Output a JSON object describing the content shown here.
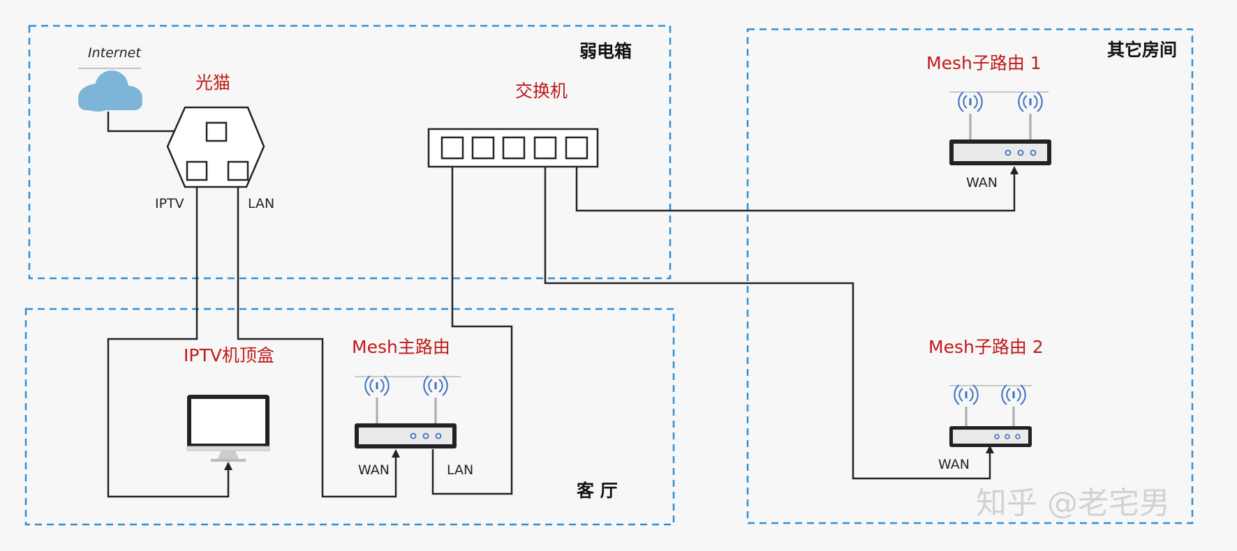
{
  "zones": {
    "weak_box": "弱电箱",
    "living_room": "客 厅",
    "other_rooms": "其它房间"
  },
  "devices": {
    "internet": "Internet",
    "modem": "光猫",
    "switch": "交换机",
    "iptv_box": "IPTV机顶盒",
    "mesh_main": "Mesh主路由",
    "mesh_sub1": "Mesh子路由 1",
    "mesh_sub2": "Mesh子路由 2"
  },
  "ports": {
    "modem_iptv": "IPTV",
    "modem_lan": "LAN",
    "main_wan": "WAN",
    "main_lan": "LAN",
    "sub1_wan": "WAN",
    "sub2_wan": "WAN"
  },
  "watermark": "知乎 @老宅男",
  "colors": {
    "zone_border": "#2f8fd4",
    "device_label": "#c01919",
    "wire": "#222222",
    "cloud": "#7cb5d8",
    "wifi_signal": "#3a70c0"
  },
  "icons": [
    "cloud-icon",
    "modem-icon",
    "switch-icon",
    "monitor-icon",
    "router-icon"
  ]
}
